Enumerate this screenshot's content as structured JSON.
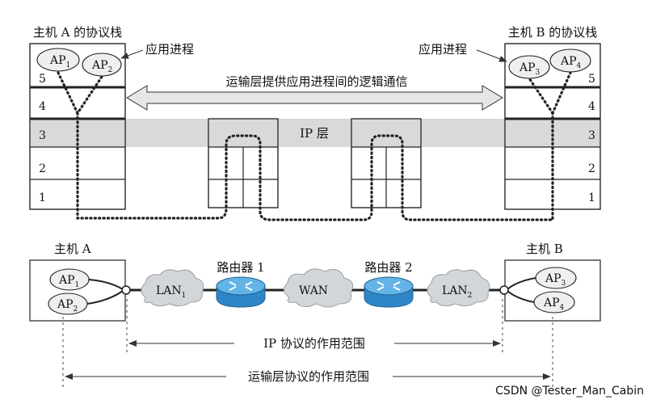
{
  "upper": {
    "host_a_stack_label": "主机 A 的协议栈",
    "host_b_stack_label": "主机 B 的协议栈",
    "app_process_label_left": "应用进程",
    "app_process_label_right": "应用进程",
    "transport_comm_label": "运输层提供应用进程间的逻辑通信",
    "ip_layer_label": "IP 层",
    "layers_a": [
      "5",
      "4",
      "3",
      "2",
      "1"
    ],
    "layers_b": [
      "5",
      "4",
      "3",
      "2",
      "1"
    ],
    "ap_a": [
      {
        "base": "AP",
        "sub": "1"
      },
      {
        "base": "AP",
        "sub": "2"
      }
    ],
    "ap_b": [
      {
        "base": "AP",
        "sub": "3"
      },
      {
        "base": "AP",
        "sub": "4"
      }
    ]
  },
  "lower": {
    "host_a_label": "主机 A",
    "host_b_label": "主机 B",
    "router1_label": "路由器 1",
    "router2_label": "路由器 2",
    "lan1": {
      "base": "LAN",
      "sub": "1"
    },
    "wan": "WAN",
    "lan2": {
      "base": "LAN",
      "sub": "2"
    },
    "ap_a": [
      {
        "base": "AP",
        "sub": "1"
      },
      {
        "base": "AP",
        "sub": "2"
      }
    ],
    "ap_b": [
      {
        "base": "AP",
        "sub": "3"
      },
      {
        "base": "AP",
        "sub": "4"
      }
    ],
    "ip_scope_label": "IP 协议的作用范围",
    "transport_scope_label": "运输层协议的作用范围"
  },
  "watermark": "CSDN @Tester_Man_Cabin",
  "colors": {
    "router": "#2f86c6",
    "router_top": "#63b3e6",
    "cloud": "#d3d6d9",
    "ip_band": "#d9d9d9"
  }
}
